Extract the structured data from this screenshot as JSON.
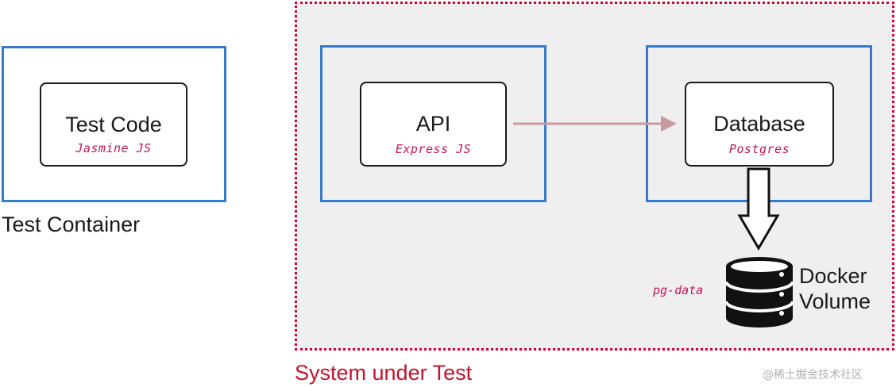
{
  "test_container": {
    "label": "Test Container",
    "component": {
      "title": "Test Code",
      "tech": "Jasmine JS"
    }
  },
  "system_under_test": {
    "label": "System under Test",
    "api": {
      "title": "API",
      "tech": "Express JS"
    },
    "database": {
      "title": "Database",
      "tech": "Postgres"
    },
    "volume": {
      "name_lines": [
        "Docker",
        "Volume"
      ],
      "data_label": "pg-data"
    }
  },
  "watermark": "@稀土掘金技术社区",
  "colors": {
    "container_border": "#3a78c9",
    "sut_border": "#cc0033",
    "sut_background": "#efefef",
    "tech_text": "#c2185b",
    "flow_arrow": "#c79a9f"
  },
  "icons": {
    "volume": "database-cylinder-icon",
    "down_arrow": "hollow-down-arrow-icon"
  }
}
